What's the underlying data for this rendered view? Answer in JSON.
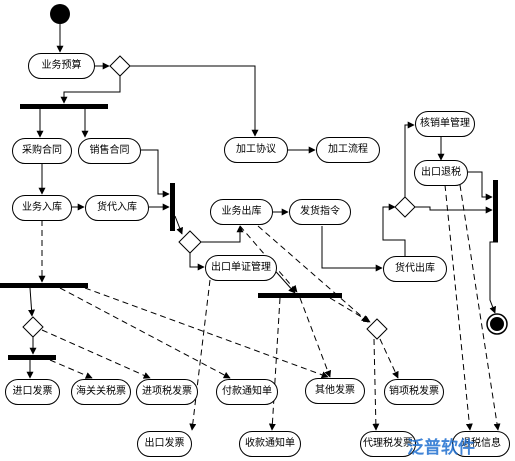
{
  "diagram": {
    "nodes": {
      "business_budget": "业务预算",
      "purchase_contract": "采购合同",
      "sales_contract": "销售合同",
      "processing_agreement": "加工协议",
      "processing_flow": "加工流程",
      "business_inbound": "业务入库",
      "consignment_inbound": "货代入库",
      "business_outbound": "业务出库",
      "shipping_order": "发货指令",
      "consignment_outbound": "货代出库",
      "export_document_mgmt": "出口单证管理",
      "sales_order_mgmt": "核销单管理",
      "export_tax_refund": "出口退税",
      "import_invoice": "进口发票",
      "customs_invoice": "海关关税票",
      "input_tax_invoice": "进项税发票",
      "payment_notice": "付款通知单",
      "other_invoice": "其他发票",
      "sales_tax_invoice": "销项税发票",
      "export_invoice": "出口发票",
      "receipt_notice": "收款通知单",
      "agent_tax_invoice": "代理税发票",
      "tax_refund_info": "退税信息"
    },
    "watermark": "泛普软件",
    "colors": {
      "line": "#000000",
      "bar": "#000000",
      "watermark": "#1f6fd0"
    }
  }
}
